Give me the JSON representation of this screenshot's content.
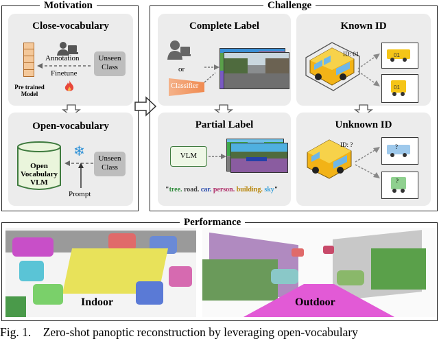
{
  "motivation": {
    "title": "Motivation",
    "close_vocab": {
      "title": "Close-vocabulary",
      "annotation": "Annotation",
      "finetune": "Finetune",
      "pretrained": "Pre trained Model",
      "unseen": "Unseen Class"
    },
    "open_vocab": {
      "title": "Open-vocabulary",
      "vlm": "Open Vocabulary VLM",
      "prompt": "Prompt",
      "unseen": "Unseen Class"
    }
  },
  "challenge": {
    "title": "Challenge",
    "complete_label": {
      "title": "Complete Label",
      "or": "or",
      "classifier": "Classifier"
    },
    "partial_label": {
      "title": "Partial Label",
      "vlm": "VLM",
      "tags": [
        "tree.",
        "road.",
        "car.",
        "person.",
        "building.",
        "sky"
      ],
      "tag_colors": [
        "#2e8b3a",
        "#444444",
        "#2244aa",
        "#b0306a",
        "#b8860b",
        "#3aa0d8"
      ]
    },
    "known_id": {
      "title": "Known ID",
      "id_tag": "ID: 01"
    },
    "unknown_id": {
      "title": "Unknown ID",
      "id_tag": "ID: ?",
      "q": "?"
    }
  },
  "performance": {
    "title": "Performance",
    "indoor": "Indoor",
    "outdoor": "Outdoor"
  },
  "caption": "Fig. 1.    Zero-shot panoptic reconstruction by leveraging open-vocabulary"
}
